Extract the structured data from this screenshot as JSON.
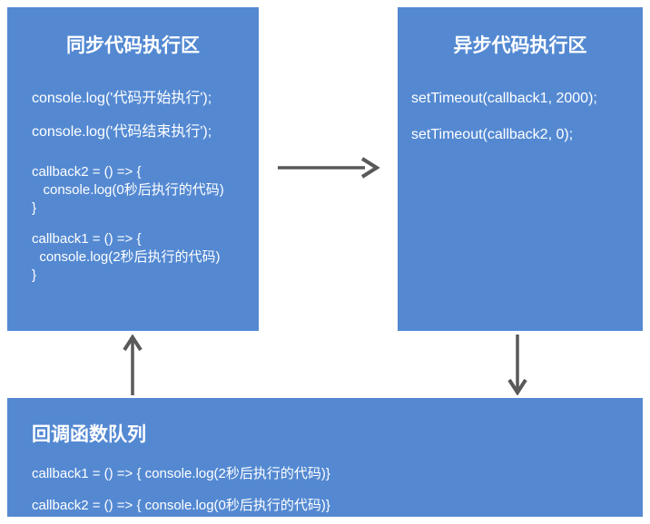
{
  "sync_box": {
    "title": "同步代码执行区",
    "statements": [
      "console.log('代码开始执行');",
      "console.log('代码结束执行');"
    ],
    "blocks": [
      {
        "lines": [
          "callback2 = () => {",
          "   console.log(0秒后执行的代码)",
          "}"
        ]
      },
      {
        "lines": [
          "callback1 = () => {",
          "  console.log(2秒后执行的代码)",
          "}"
        ]
      }
    ]
  },
  "async_box": {
    "title": "异步代码执行区",
    "statements": [
      "setTimeout(callback1, 2000);",
      "setTimeout(callback2, 0);"
    ]
  },
  "queue_box": {
    "title": "回调函数队列",
    "lines": [
      "callback1 = () => { console.log(2秒后执行的代码)}",
      "callback2 = () => { console.log(0秒后执行的代码)}"
    ]
  },
  "arrows": {
    "sync_to_async": "right",
    "async_to_queue": "down",
    "queue_to_sync": "up"
  },
  "colors": {
    "box_fill": "#5489D2",
    "arrow": "#595959",
    "text": "#ffffff",
    "background": "#ffffff"
  }
}
